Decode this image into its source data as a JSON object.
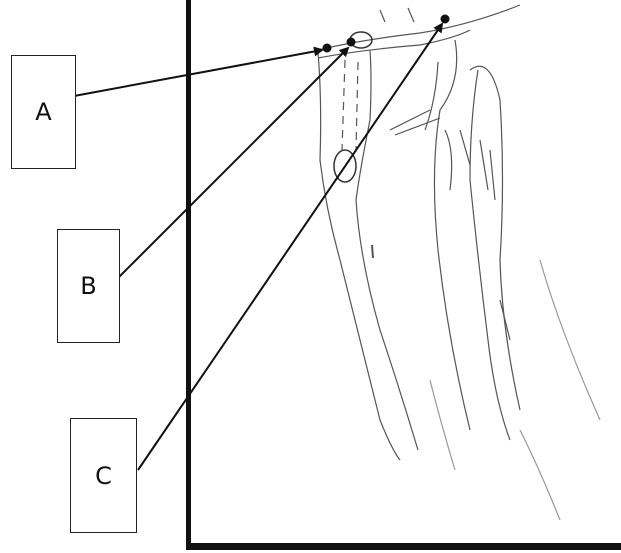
{
  "labels": {
    "a": "A",
    "b": "B",
    "c": "C"
  },
  "colors": {
    "ink": "#111111",
    "sketch": "#555555",
    "background": "#ffffff"
  }
}
